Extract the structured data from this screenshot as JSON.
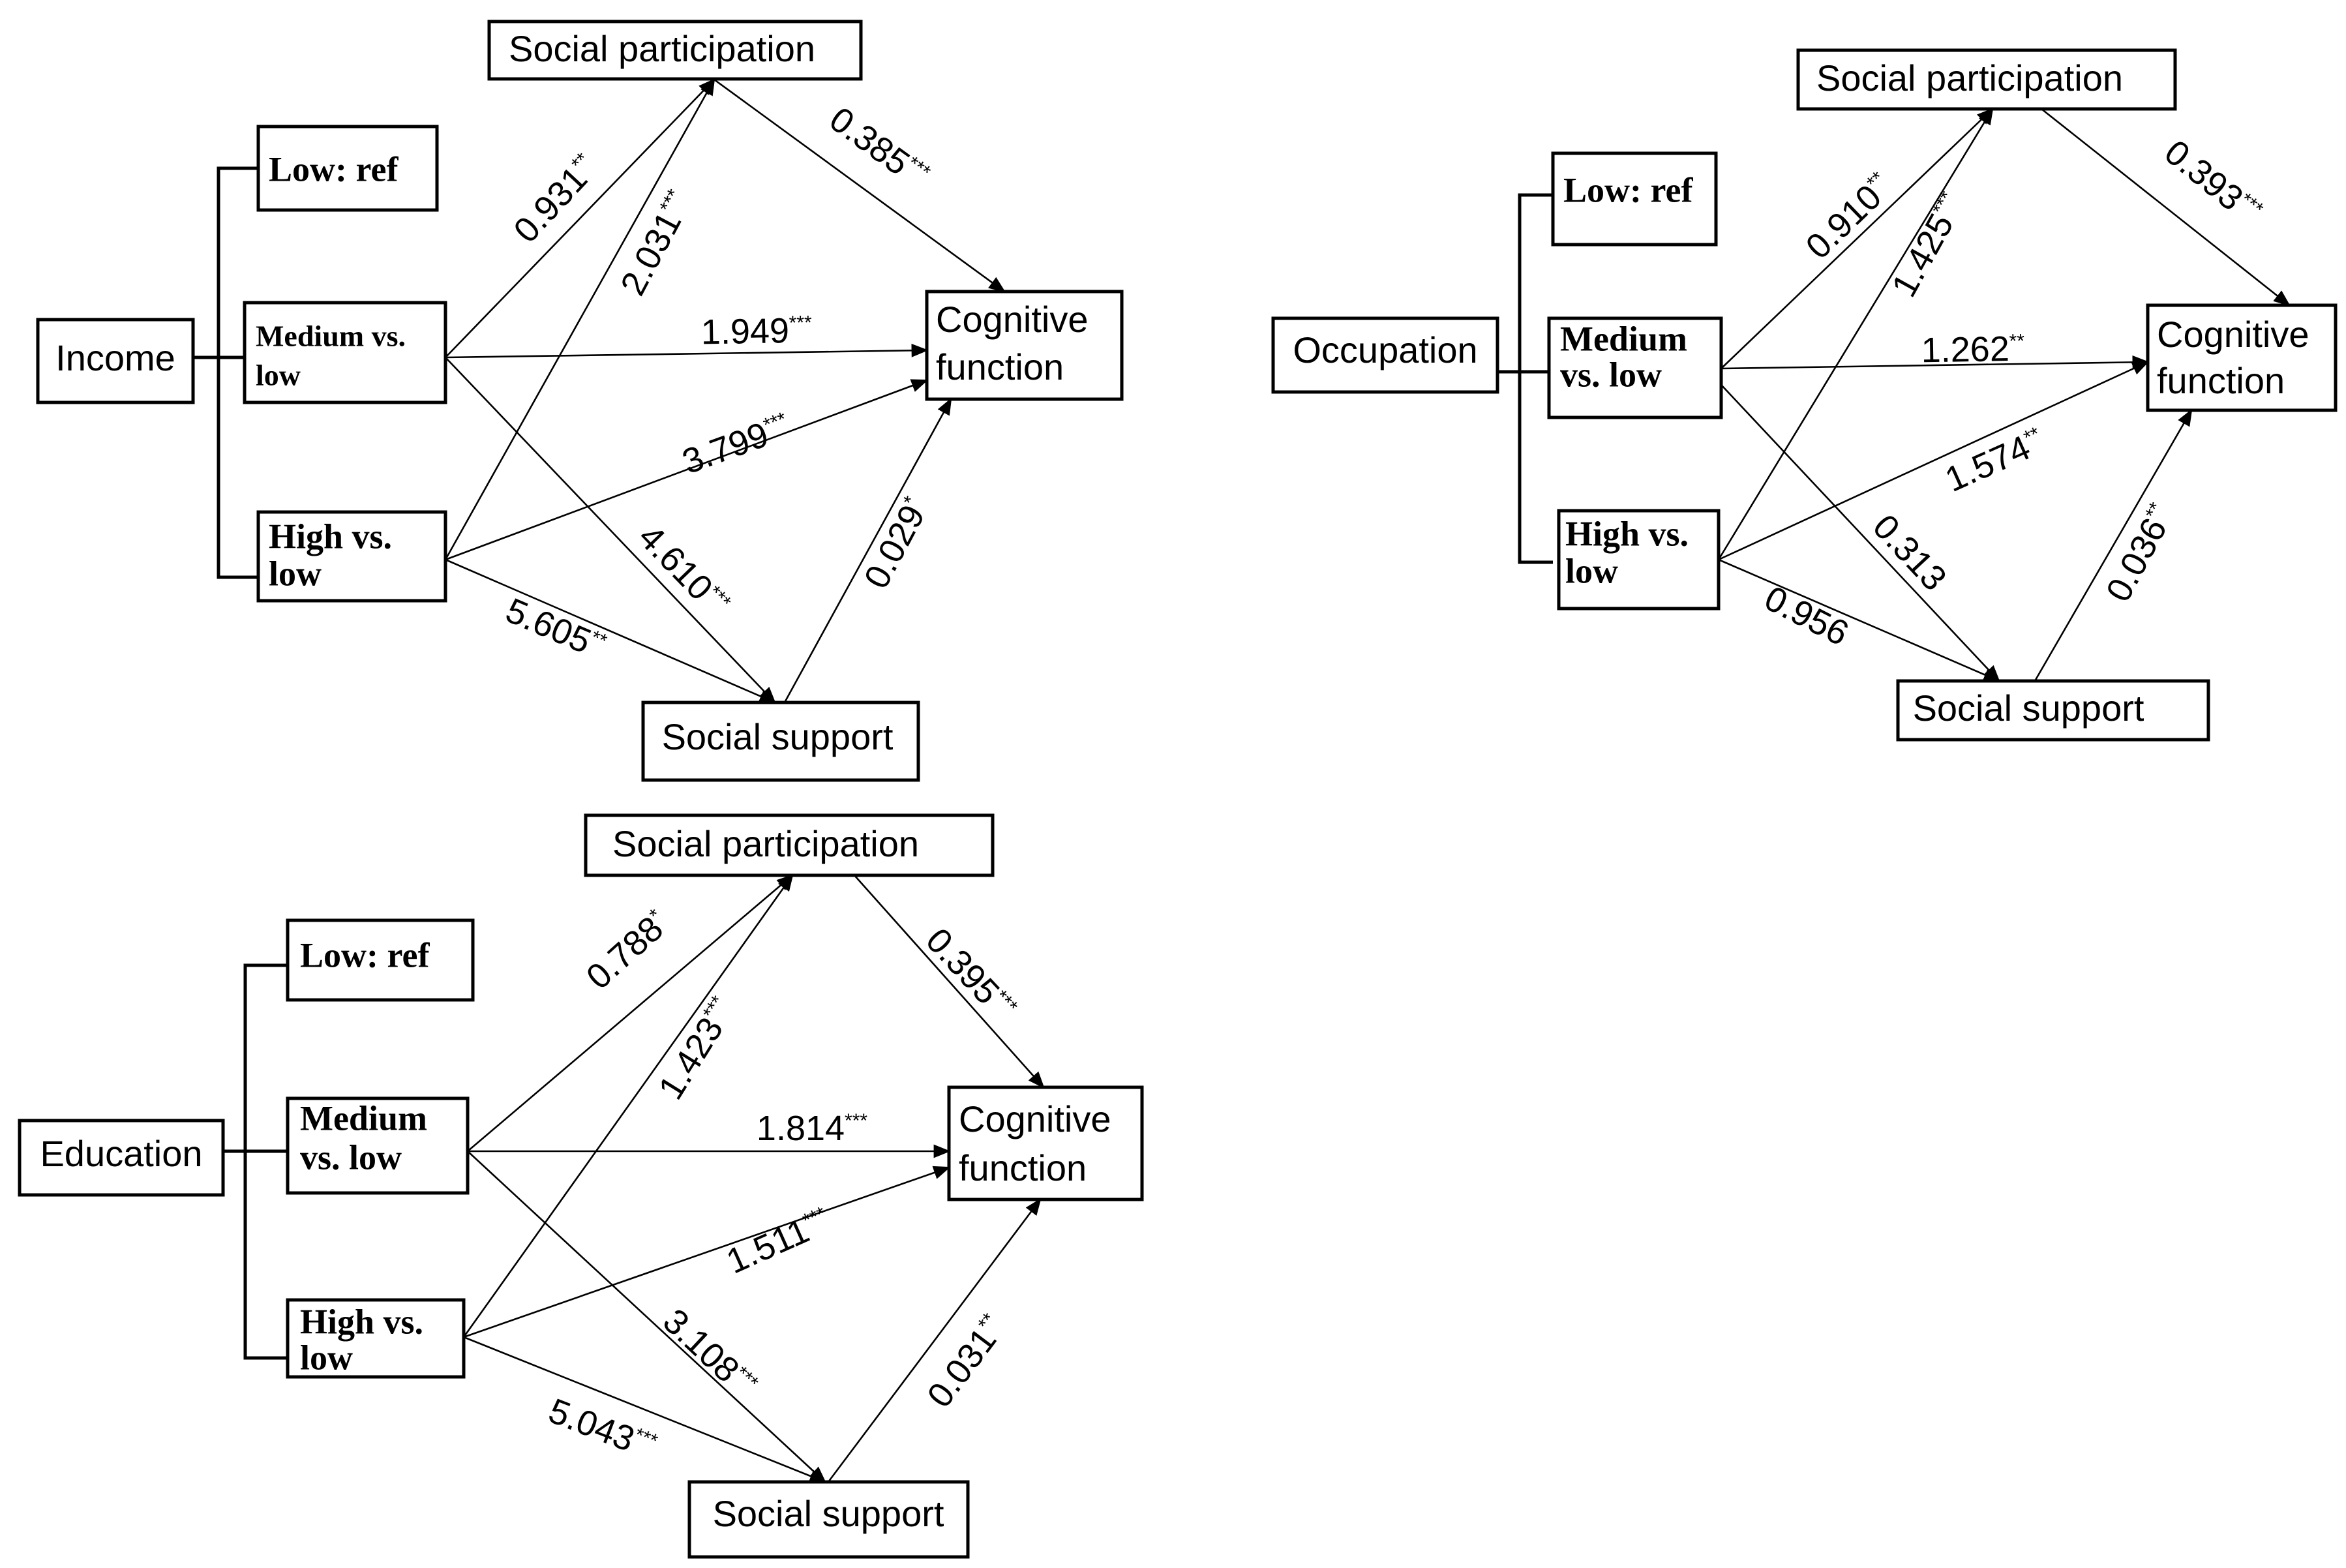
{
  "colors": {
    "ink": "#000000",
    "background": "#ffffff"
  },
  "panels": {
    "income": {
      "exposure": "Income",
      "low": "Low: ref",
      "medium": [
        "Medium vs.",
        "low"
      ],
      "high": [
        "High vs.",
        "low"
      ],
      "mediator_top": "Social participation",
      "mediator_bottom": "Social support",
      "outcome": [
        "Cognitive",
        "function"
      ],
      "coefs": {
        "med_sp": {
          "value": "0.931",
          "sig": "**"
        },
        "high_sp": {
          "value": "2.031",
          "sig": "***"
        },
        "sp_cog": {
          "value": "0.385",
          "sig": "***"
        },
        "med_cog": {
          "value": "1.949",
          "sig": "***"
        },
        "high_cog": {
          "value": "3.799",
          "sig": "***"
        },
        "med_ss": {
          "value": "4.610",
          "sig": "***"
        },
        "high_ss": {
          "value": "5.605",
          "sig": "**"
        },
        "ss_cog": {
          "value": "0.029",
          "sig": "*"
        }
      }
    },
    "occupation": {
      "exposure": "Occupation",
      "low": "Low: ref",
      "medium": [
        "Medium",
        "vs. low"
      ],
      "high": [
        "High vs.",
        "low"
      ],
      "mediator_top": "Social participation",
      "mediator_bottom": "Social support",
      "outcome": [
        "Cognitive",
        "function"
      ],
      "coefs": {
        "med_sp": {
          "value": "0.910",
          "sig": "**"
        },
        "high_sp": {
          "value": "1.425",
          "sig": "***"
        },
        "sp_cog": {
          "value": "0.393",
          "sig": "***"
        },
        "med_cog": {
          "value": "1.262",
          "sig": "**"
        },
        "high_cog": {
          "value": "1.574",
          "sig": "**"
        },
        "med_ss": {
          "value": "0.313",
          "sig": ""
        },
        "high_ss": {
          "value": "0.956",
          "sig": ""
        },
        "ss_cog": {
          "value": "0.036",
          "sig": "**"
        }
      }
    },
    "education": {
      "exposure": "Education",
      "low": "Low: ref",
      "medium": [
        "Medium",
        "vs. low"
      ],
      "high": [
        "High vs.",
        "low"
      ],
      "mediator_top": "Social participation",
      "mediator_bottom": "Social support",
      "outcome": [
        "Cognitive",
        "function"
      ],
      "coefs": {
        "med_sp": {
          "value": "0.788",
          "sig": "*"
        },
        "high_sp": {
          "value": "1.423",
          "sig": "***"
        },
        "sp_cog": {
          "value": "0.395",
          "sig": "***"
        },
        "med_cog": {
          "value": "1.814",
          "sig": "***"
        },
        "high_cog": {
          "value": "1.511",
          "sig": "***"
        },
        "med_ss": {
          "value": "3.108",
          "sig": "***"
        },
        "high_ss": {
          "value": "5.043",
          "sig": "***"
        },
        "ss_cog": {
          "value": "0.031",
          "sig": "**"
        }
      }
    }
  }
}
